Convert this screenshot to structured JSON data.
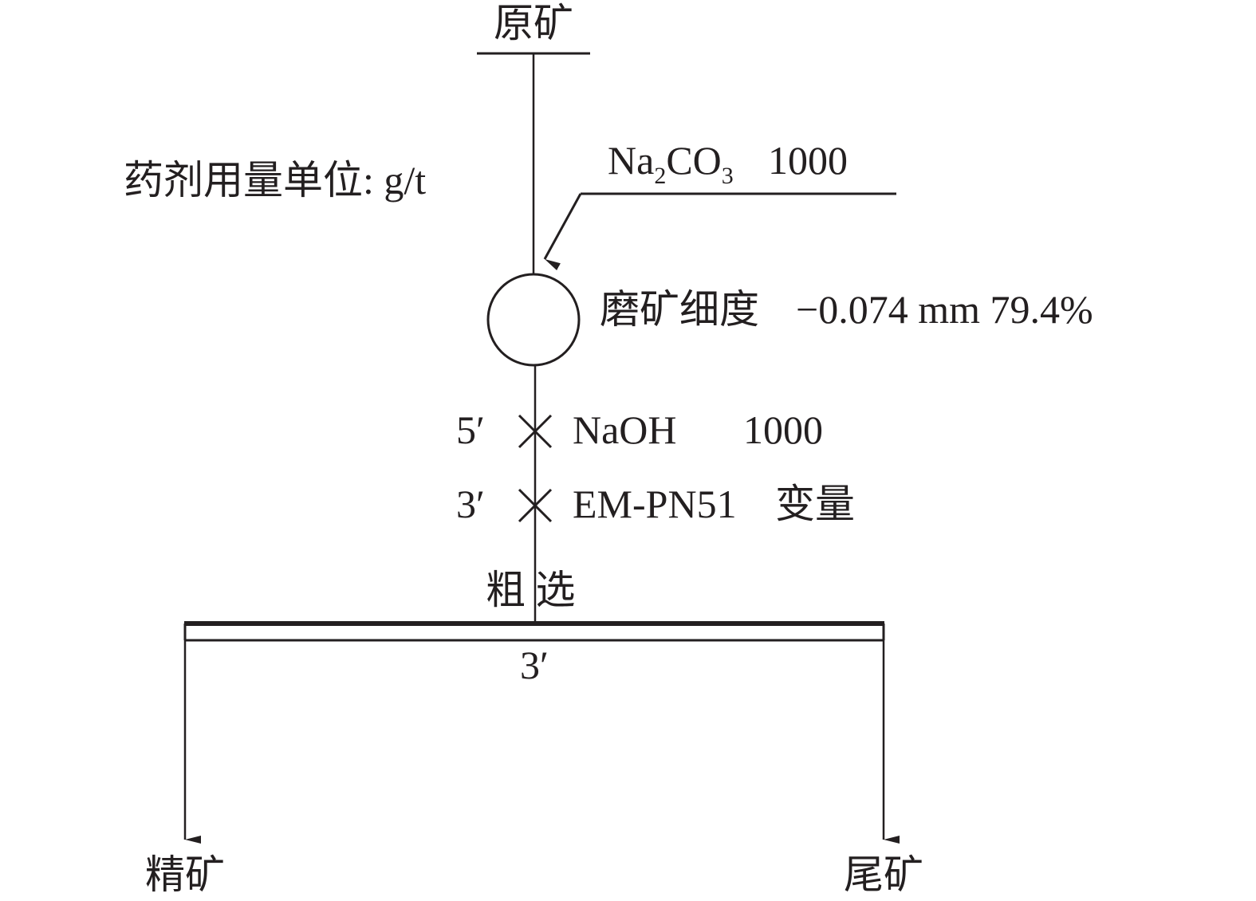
{
  "feed": {
    "label": "原矿"
  },
  "reagent_unit": {
    "label": "药剂用量单位: g/t"
  },
  "grinding": {
    "reagent_main": "Na",
    "reagent_sub1": "2",
    "reagent_mid": "CO",
    "reagent_sub2": "3",
    "dose": "1000",
    "fineness_label": "磨矿细度",
    "fineness_value": "−0.074 mm 79.4%"
  },
  "conditioning": [
    {
      "time": "5′",
      "reagent": "NaOH",
      "dose": "1000"
    },
    {
      "time": "3′",
      "reagent": "EM-PN51",
      "dose": "变量"
    }
  ],
  "flotation": {
    "label": "粗 选",
    "time": "3′"
  },
  "products": {
    "concentrate": "精矿",
    "tailings": "尾矿"
  }
}
